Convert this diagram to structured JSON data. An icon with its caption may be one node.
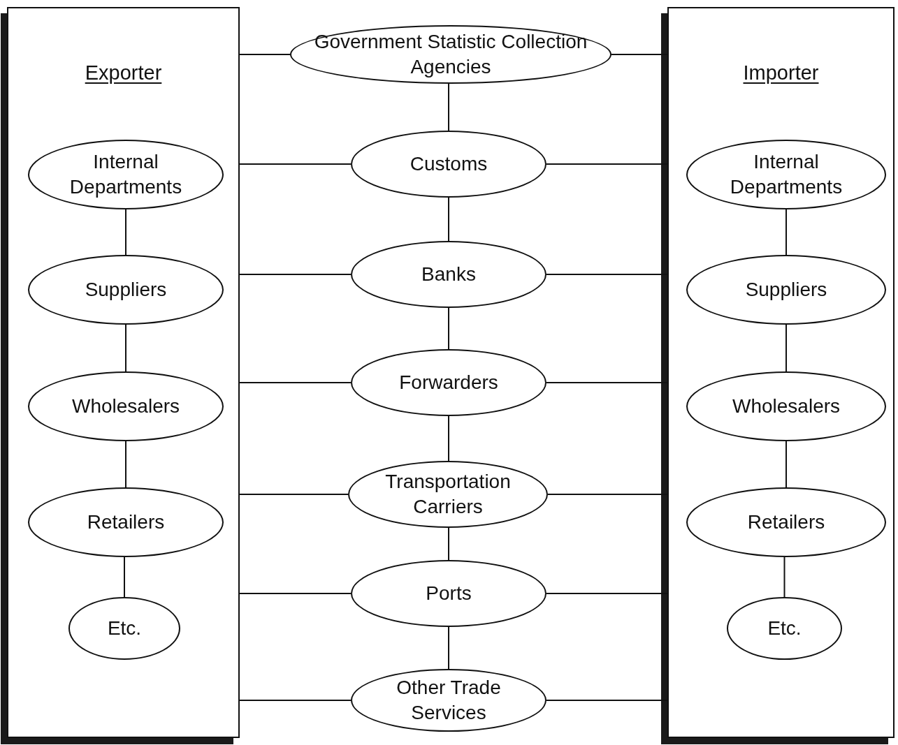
{
  "diagram": {
    "nodes": [
      {
        "text": [
          "Exporter"
        ]
      },
      {
        "text": [
          "Internal Departments"
        ],
        "in": 0
      },
      {
        "text": [
          "Suppliers"
        ],
        "in": 0
      },
      {
        "text": [
          "Wholesalers"
        ],
        "in": 0
      },
      {
        "text": [
          "Retailers"
        ],
        "in": 0
      },
      {
        "text": [
          "Etc."
        ],
        "in": 0
      },
      {
        "text": [
          "Government Statistic Collection Agencies"
        ]
      },
      {
        "text": [
          "Customs"
        ]
      },
      {
        "text": [
          "Banks"
        ]
      },
      {
        "text": [
          "Forwarders"
        ]
      },
      {
        "text": [
          "Transportation Carriers"
        ]
      },
      {
        "text": [
          "Ports"
        ]
      },
      {
        "text": [
          "Other Trade Services"
        ]
      },
      {
        "text": [
          "Importer"
        ]
      },
      {
        "text": [
          "Internal Departments"
        ],
        "in": 13
      },
      {
        "text": [
          "Suppliers"
        ],
        "in": 13
      },
      {
        "text": [
          "Wholesalers"
        ],
        "in": 13
      },
      {
        "text": [
          "Retailers"
        ],
        "in": 13
      },
      {
        "text": [
          "Etc."
        ],
        "in": 13
      }
    ],
    "edges": [
      {
        "from": 1,
        "to": 2,
        "arrow": "none"
      },
      {
        "from": 2,
        "to": 3,
        "arrow": "none"
      },
      {
        "from": 3,
        "to": 4,
        "arrow": "none"
      },
      {
        "from": 4,
        "to": 5,
        "arrow": "none"
      },
      {
        "from": 6,
        "to": 7,
        "arrow": "none"
      },
      {
        "from": 7,
        "to": 8,
        "arrow": "none"
      },
      {
        "from": 8,
        "to": 9,
        "arrow": "none"
      },
      {
        "from": 9,
        "to": 10,
        "arrow": "none"
      },
      {
        "from": 10,
        "to": 11,
        "arrow": "none"
      },
      {
        "from": 11,
        "to": 12,
        "arrow": "none"
      },
      {
        "from": 14,
        "to": 15,
        "arrow": "none"
      },
      {
        "from": 15,
        "to": 16,
        "arrow": "none"
      },
      {
        "from": 16,
        "to": 17,
        "arrow": "none"
      },
      {
        "from": 17,
        "to": 18,
        "arrow": "none"
      },
      {
        "from": 0,
        "to": 6,
        "arrow": "none"
      },
      {
        "from": 6,
        "to": 13,
        "arrow": "none"
      },
      {
        "from": 0,
        "to": 7,
        "arrow": "none"
      },
      {
        "from": 7,
        "to": 13,
        "arrow": "none"
      },
      {
        "from": 0,
        "to": 8,
        "arrow": "none"
      },
      {
        "from": 8,
        "to": 13,
        "arrow": "none"
      },
      {
        "from": 0,
        "to": 9,
        "arrow": "none"
      },
      {
        "from": 9,
        "to": 13,
        "arrow": "none"
      },
      {
        "from": 0,
        "to": 10,
        "arrow": "none"
      },
      {
        "from": 10,
        "to": 13,
        "arrow": "none"
      },
      {
        "from": 0,
        "to": 11,
        "arrow": "none"
      },
      {
        "from": 11,
        "to": 13,
        "arrow": "none"
      },
      {
        "from": 0,
        "to": 12,
        "arrow": "none"
      },
      {
        "from": 12,
        "to": 13,
        "arrow": "none"
      }
    ]
  }
}
